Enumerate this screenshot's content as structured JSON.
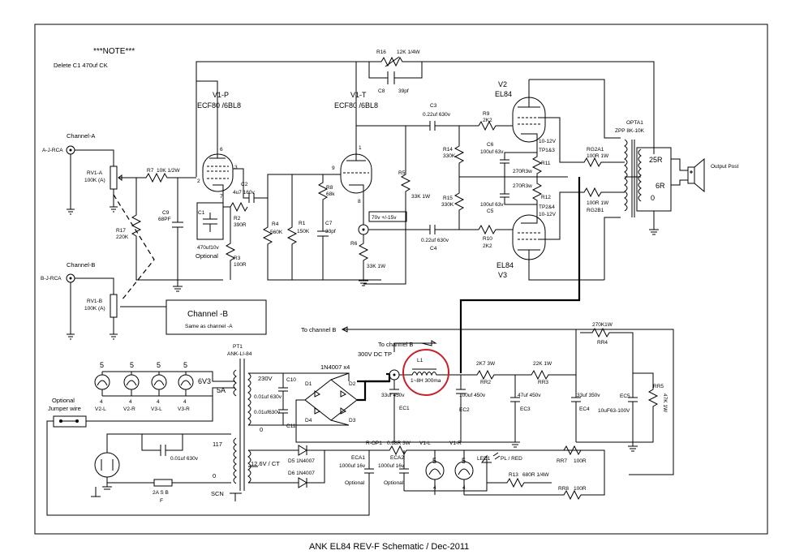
{
  "note": {
    "heading": "***NOTE***",
    "body": "Delete C1 470uf CK"
  },
  "caption": "ANK EL84 REV-F Schematic / Dec-2011",
  "tubes": {
    "v1p": {
      "name": "V1-P",
      "type": "ECF80 /6BL8",
      "pins": [
        "6",
        "3",
        "2",
        "7"
      ]
    },
    "v1t": {
      "name": "V1-T",
      "type": "ECF80 /6BL8",
      "pins": [
        "1",
        "9",
        "8"
      ]
    },
    "v2": {
      "name": "V2",
      "type": "EL84"
    },
    "v3": {
      "name": "V3",
      "type": "EL84"
    }
  },
  "inputs": {
    "a": {
      "title": "Channel-A",
      "jack": "A-J-RCA",
      "pot": "RV1-A",
      "pot_val": "100K (A)"
    },
    "b": {
      "title": "Channel-B",
      "jack": "B-J-RCA",
      "pot": "RV1-B",
      "pot_val": "100K (A)"
    }
  },
  "channel_b_box": {
    "title": "Channel -B",
    "sub": "Same as channel -A"
  },
  "to_channel_b": [
    "To channel B",
    "To channel B"
  ],
  "parts": {
    "r16": [
      "R16",
      "12K 1/4W"
    ],
    "c8": [
      "C8",
      "39pf"
    ],
    "r7": [
      "R7",
      "10K 1/2W"
    ],
    "r17": [
      "R17",
      "220K"
    ],
    "c9": [
      "C9",
      "68PF"
    ],
    "c2": [
      "C2",
      "4u7 160v"
    ],
    "c1": [
      "C1",
      "470uf10v",
      "Optional"
    ],
    "r2": [
      "R2",
      "390R"
    ],
    "r3": [
      "R3",
      "100R"
    ],
    "r4": [
      "R4",
      "560K"
    ],
    "r1": [
      "R1",
      "150K"
    ],
    "r8": [
      "R8",
      "68k"
    ],
    "c7": [
      "C7",
      "33pf"
    ],
    "r6": [
      "R6",
      "33K 1W"
    ],
    "r5": [
      "R5",
      "33K 1W"
    ],
    "c3": [
      "C3",
      "0.22uf 630v"
    ],
    "c4": [
      "0.22uf 630v",
      "C4"
    ],
    "r9": [
      "R9",
      "2K2"
    ],
    "r10": [
      "R10",
      "2K2"
    ],
    "r14": [
      "R14",
      "330K"
    ],
    "r15": [
      "R15",
      "330K"
    ],
    "c6": [
      "C6",
      "100uf 63v"
    ],
    "c5": [
      "100uf 63v",
      "C5"
    ],
    "r11": [
      "270R3w",
      "R11"
    ],
    "r12": [
      "270R3w",
      "R12"
    ],
    "tp13": [
      "10-12V",
      "TP1&3"
    ],
    "tp24": [
      "TP2&4",
      "10-12V"
    ],
    "rg2a1": [
      "RG2A1",
      "100R 1W"
    ],
    "rg2b1": [
      "100R 1W",
      "RG2B1"
    ],
    "v_label": "70v +/-15v"
  },
  "opt": {
    "name": "OPTA1",
    "type": "ZPP 8K-10K",
    "taps": [
      "25R",
      "6R",
      "0"
    ],
    "out": "Output Post"
  },
  "psu": {
    "pt": [
      "PT1",
      "ANK-LI-84"
    ],
    "primary": [
      "230V",
      "0.01uf 630v",
      "0.01uf630v",
      "0"
    ],
    "primary2": [
      "117",
      "0"
    ],
    "caps": [
      "C10",
      "C11"
    ],
    "bridge": [
      "1N4007 x4",
      "D1",
      "D2",
      "D3",
      "D4"
    ],
    "dc": "300V DC TP",
    "l1": [
      "L1",
      "1~8H 300ma"
    ],
    "ec1": [
      "33uf 450v",
      "EC1"
    ],
    "ec2": [
      "100uf 450v",
      "EC2"
    ],
    "rr2": [
      "2K7 3W",
      "RR2"
    ],
    "ec3": [
      "47uf 450v",
      "EC3"
    ],
    "rr3": [
      "22K 1W",
      "RR3"
    ],
    "ec4": [
      "33uf 350v",
      "EC4"
    ],
    "rr4": [
      "270K1W",
      "RR4"
    ],
    "ec5": [
      "EC5",
      "10uF63-100V"
    ],
    "rr5": [
      "RR5",
      "47K 1W"
    ],
    "heater": {
      "pins": [
        "5",
        "5",
        "5",
        "5",
        "4",
        "4",
        "4",
        "4"
      ],
      "tubes": [
        "V2-L",
        "V2-R",
        "V3-L",
        "V3-R"
      ],
      "label": "6V3",
      "current": "5A"
    },
    "jumper": [
      "Optional",
      "Jumper wire"
    ],
    "sw_cap": "0.01uf 630v",
    "fuse": [
      "2A S B",
      "F"
    ],
    "scn": "SCN",
    "ct": "12.6V / CT",
    "d5": "D5 1N4007",
    "d6": "D6 1N4007",
    "eca1": [
      "ECA1",
      "1000uf 16v",
      "Optional"
    ],
    "eca2": [
      "ECA2",
      "1000uf 16v",
      "Optional"
    ],
    "rop1": [
      "R-OP1",
      "0.68R 3W"
    ],
    "lamps": [
      "V1-L",
      "V1-R",
      "5",
      "5",
      "4",
      "4"
    ],
    "led": [
      "LED1",
      "PL / RED"
    ],
    "r13": [
      "R13",
      "680R 1/4W"
    ],
    "rr7": [
      "RR7",
      "100R"
    ],
    "rr8": [
      "RR8",
      "100R"
    ]
  }
}
